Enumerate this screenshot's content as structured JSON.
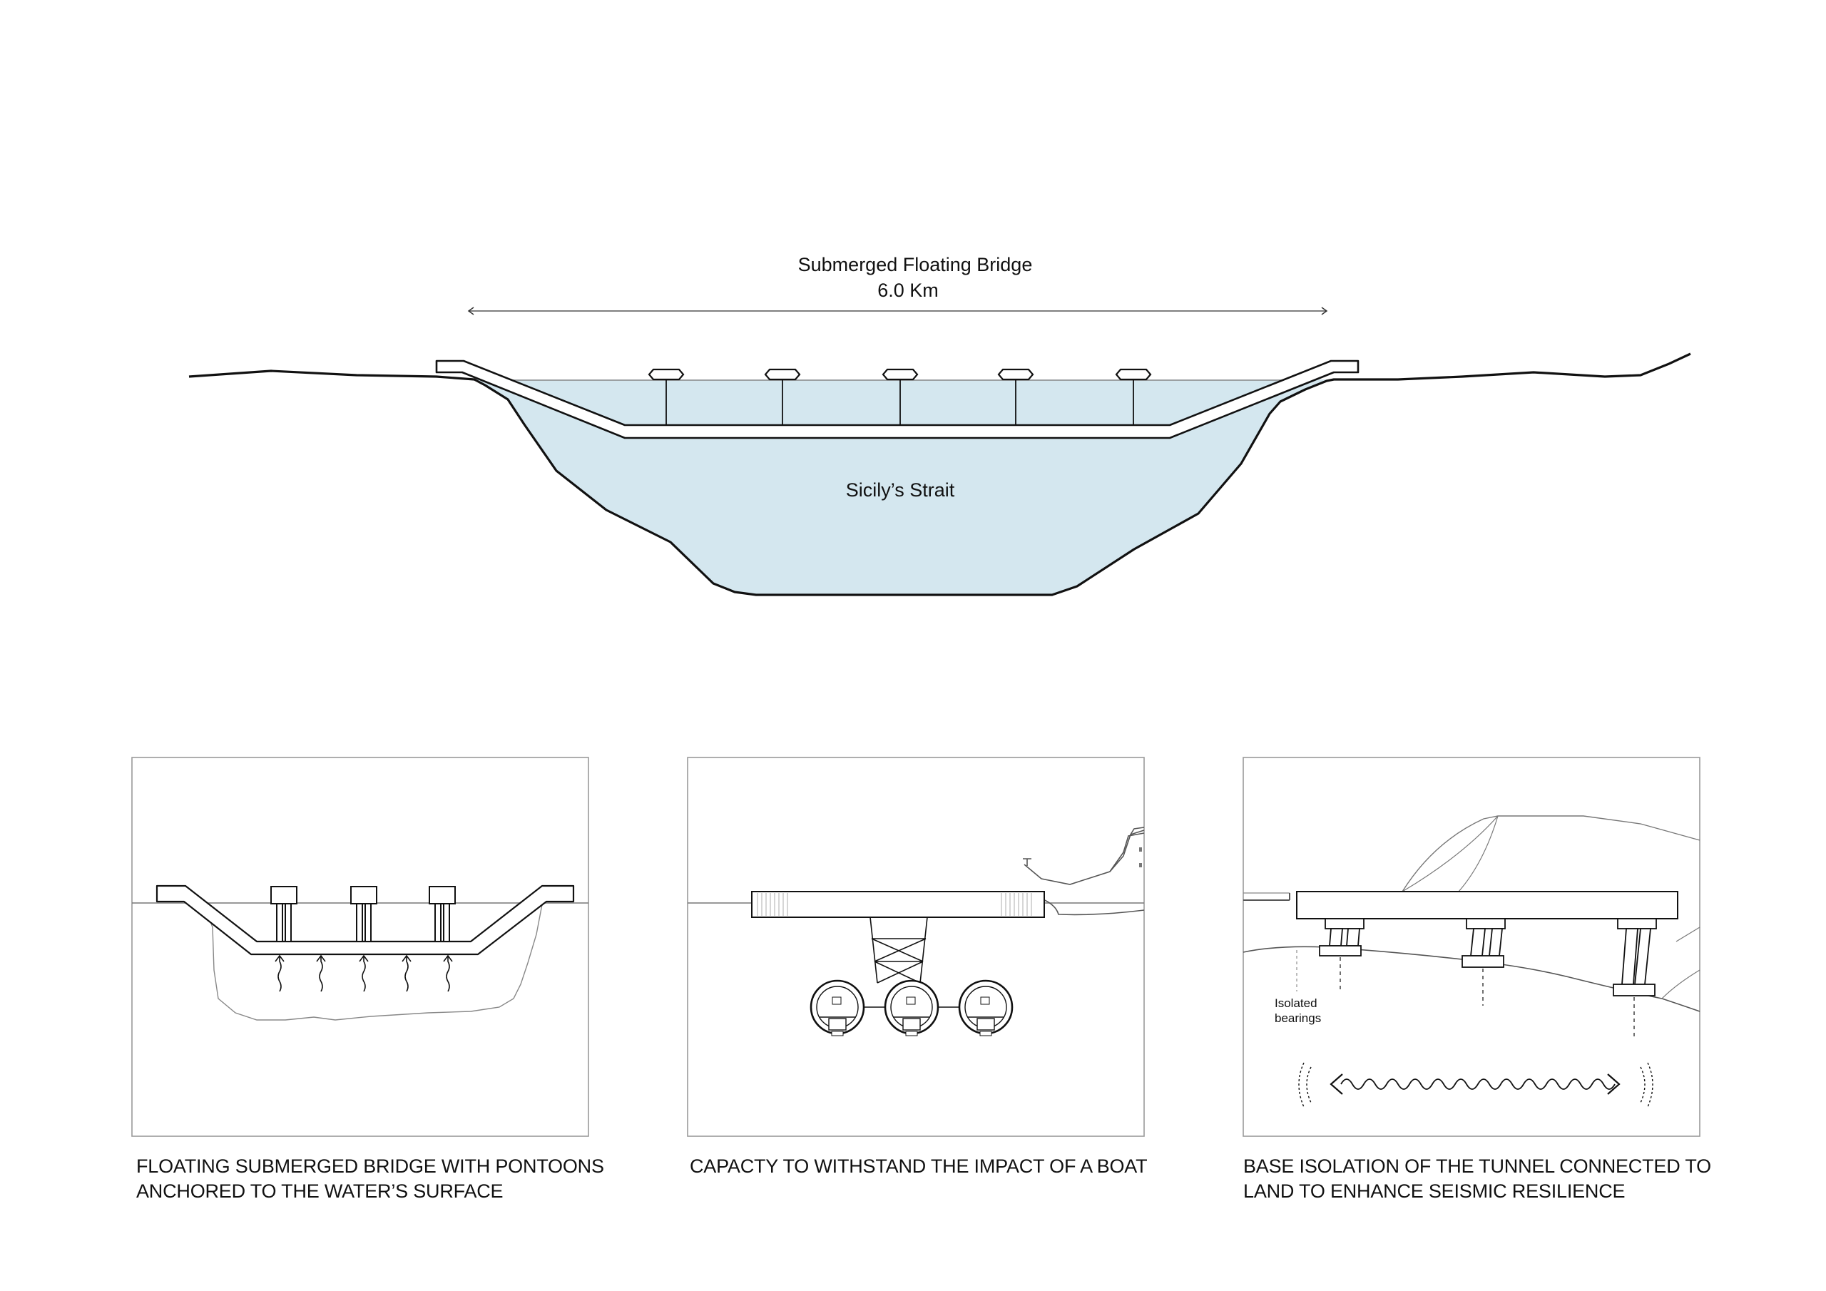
{
  "main_section": {
    "bridge_title": "Submerged Floating Bridge",
    "bridge_length": "6.0 Km",
    "strait_label": "Sicily’s Strait"
  },
  "panels": [
    {
      "caption_line1": "FLOATING SUBMERGED BRIDGE WITH PONTOONS",
      "caption_line2": "ANCHORED TO THE WATER’S SURFACE"
    },
    {
      "caption_line1": "CAPACTY TO WITHSTAND THE IMPACT  OF A BOAT",
      "caption_line2": ""
    },
    {
      "caption_line1": "BASE ISOLATION OF THE TUNNEL CONNECTED TO",
      "caption_line2": "LAND TO ENHANCE SEISMIC RESILIENCE",
      "bearing_label_line1": "Isolated",
      "bearing_label_line2": "bearings"
    }
  ],
  "colors": {
    "water": "#d4e7ef",
    "ink": "#111111",
    "frame": "#9a9a9a"
  }
}
